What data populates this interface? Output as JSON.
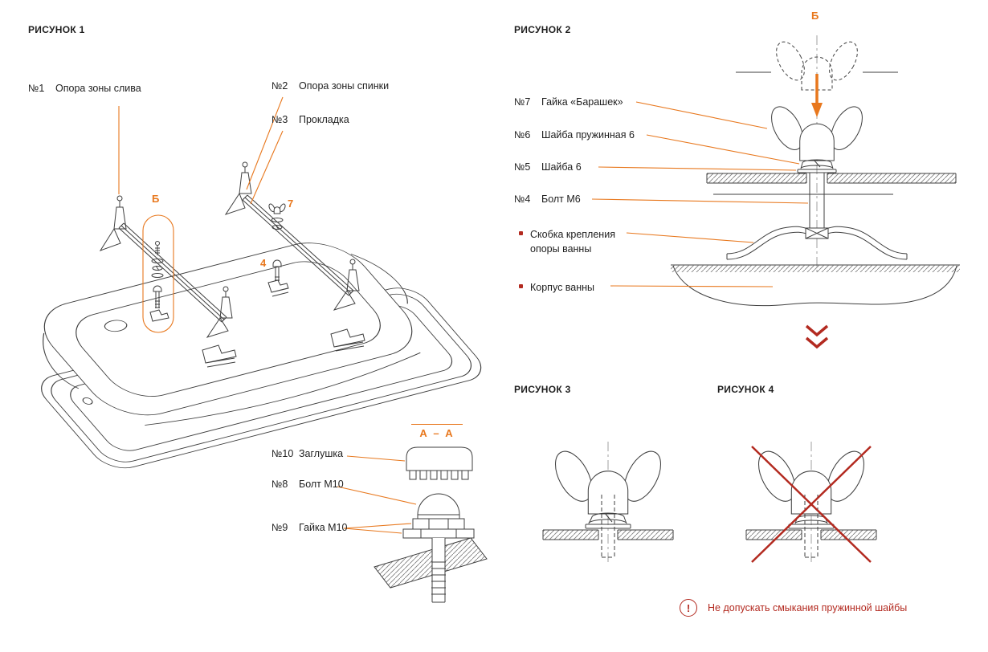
{
  "colors": {
    "accent_orange": "#E8781E",
    "accent_red": "#B32A20",
    "ink": "#1E1E1E"
  },
  "figure1": {
    "title": "РИСУНОК 1",
    "marker_b": "Б",
    "marker_7": "7",
    "marker_4": "4",
    "parts": [
      {
        "num": "№1",
        "text": "Опора зоны слива"
      },
      {
        "num": "№2",
        "text": "Опора зоны спинки"
      },
      {
        "num": "№3",
        "text": "Прокладка"
      }
    ],
    "section": {
      "label": "А – А",
      "parts": [
        {
          "num": "№10",
          "text": "Заглушка"
        },
        {
          "num": "№8",
          "text": "Болт М10"
        },
        {
          "num": "№9",
          "text": "Гайка М10"
        }
      ]
    }
  },
  "figure2": {
    "title": "РИСУНОК 2",
    "marker_b": "Б",
    "parts": [
      {
        "num": "№7",
        "text": "Гайка «Барашек»"
      },
      {
        "num": "№6",
        "text": "Шайба пружинная 6"
      },
      {
        "num": "№5",
        "text": "Шайба 6"
      },
      {
        "num": "№4",
        "text": "Болт М6"
      }
    ],
    "bullet_parts": [
      {
        "text": "Скобка крепления опоры ванны"
      },
      {
        "text": "Корпус ванны"
      }
    ]
  },
  "figure3": {
    "title": "РИСУНОК 3"
  },
  "figure4": {
    "title": "РИСУНОК 4"
  },
  "warning": {
    "icon": "!",
    "text": "Не допускать смыкания пружинной шайбы"
  }
}
